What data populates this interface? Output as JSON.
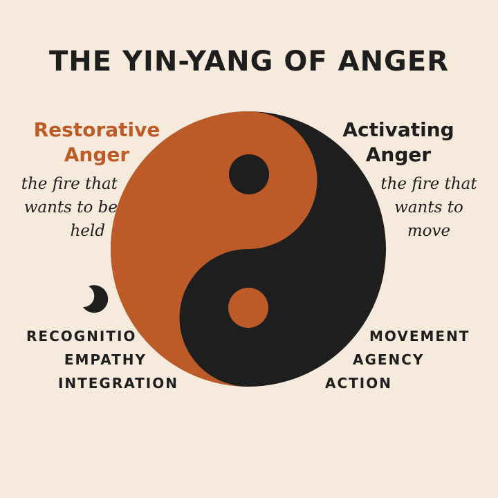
{
  "title": "THE YIN-YANG OF ANGER",
  "colors": {
    "restorative": "#bc5b28",
    "activating": "#1e1e1e",
    "background": "#f5eadc"
  },
  "left": {
    "heading": [
      "Restorative",
      "Anger"
    ],
    "subtitle": [
      "the fire that",
      "wants to be",
      "held"
    ],
    "icon": "crescent-moon-icon",
    "words": [
      "RECOGNITIO",
      "EMPATHY",
      "INTEGRATION"
    ]
  },
  "right": {
    "heading": [
      "Activating",
      "Anger"
    ],
    "subtitle": [
      "the fire that",
      "wants to",
      "move"
    ],
    "words": [
      "MOVEMENT",
      "AGENCY",
      "ACTION"
    ]
  }
}
